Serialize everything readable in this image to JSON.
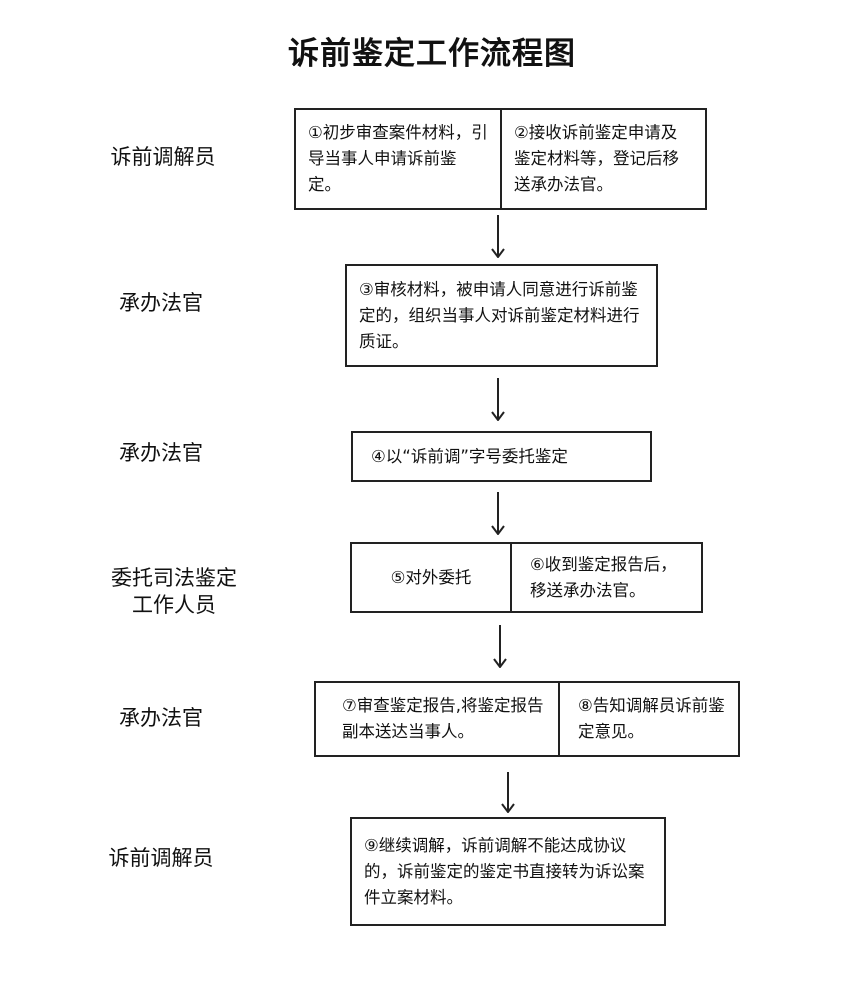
{
  "title": "诉前鉴定工作流程图",
  "lanes": [
    "诉前调解员",
    "承办法官",
    "承办法官",
    "委托司法鉴定",
    "工作人员",
    "承办法官",
    "诉前调解员"
  ],
  "steps": {
    "s1": "①初步审查案件材料，引导当事人申请诉前鉴定。",
    "s2": "②接收诉前鉴定申请及鉴定材料等，登记后移送承办法官。",
    "s3": "③审核材料，被申请人同意进行诉前鉴定的，组织当事人对诉前鉴定材料进行质证。",
    "s4": "④以“诉前调”字号委托鉴定",
    "s5": "⑤对外委托",
    "s6": "⑥收到鉴定报告后，移送承办法官。",
    "s7": "⑦审查鉴定报告,将鉴定报告副本送达当事人。",
    "s8": "⑧告知调解员诉前鉴定意见。",
    "s9": "⑨继续调解，诉前调解不能达成协议的，诉前鉴定的鉴定书直接转为诉讼案件立案材料。"
  }
}
